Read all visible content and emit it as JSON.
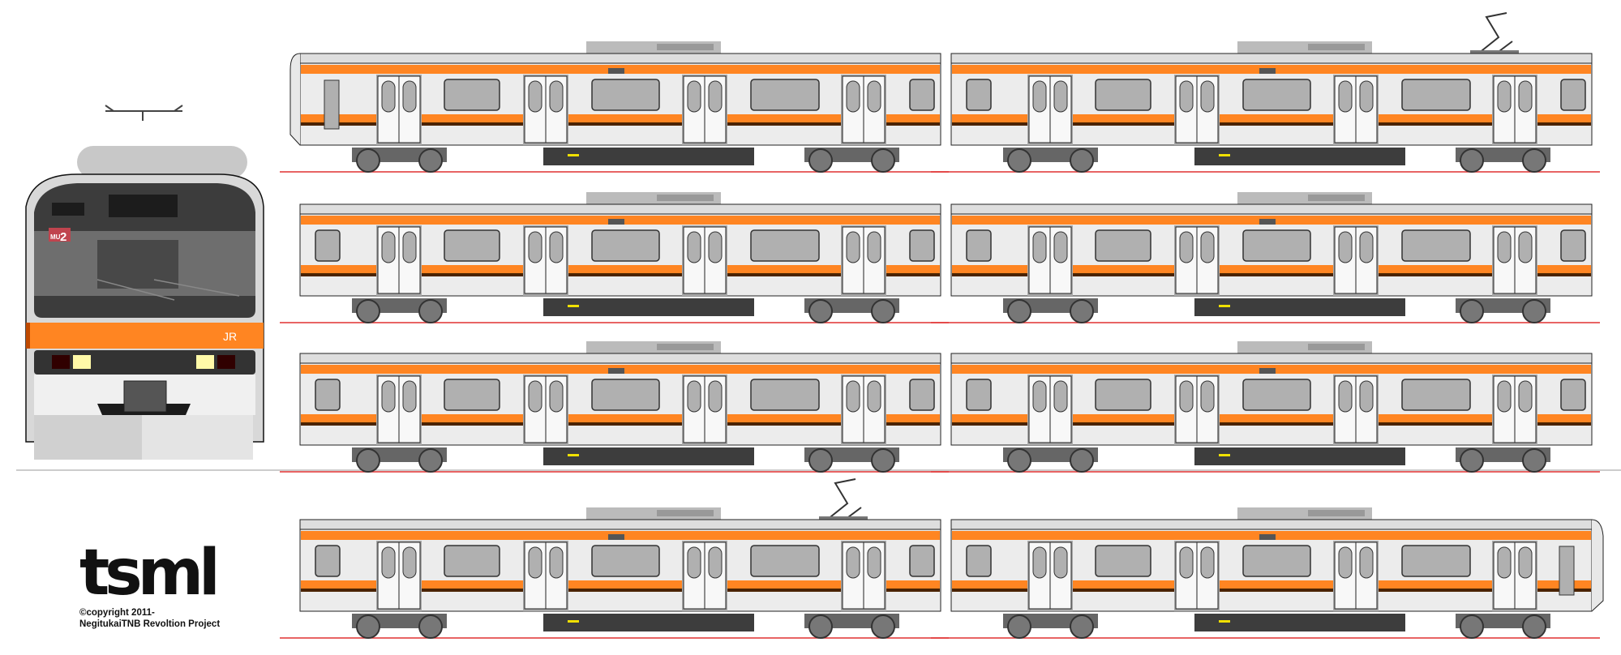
{
  "logo": {
    "text": "tsml"
  },
  "copyright": {
    "line1": "©copyright 2011-",
    "line2": "NegitukaiTNB Revoltion Project"
  },
  "front": {
    "route_mark": "MU",
    "route_number": "2",
    "brand_mark": "JR"
  },
  "colors": {
    "orange": "#ff8522",
    "body": "#ebebeb",
    "window": "#b0b0b0",
    "dark": "#3c3c3c",
    "brown": "#4a2300",
    "rail": "#e03030"
  },
  "formation": [
    [
      {
        "type": "cab-left"
      },
      {
        "type": "pantograph"
      }
    ],
    [
      {
        "type": "plain"
      },
      {
        "type": "plain"
      }
    ],
    [
      {
        "type": "plain"
      },
      {
        "type": "plain"
      }
    ],
    [
      {
        "type": "pantograph"
      },
      {
        "type": "cab-right"
      }
    ]
  ]
}
